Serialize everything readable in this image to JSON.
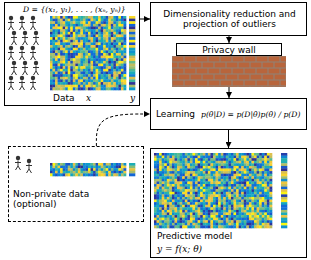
{
  "diagram": {
    "nodes": [
      {
        "text": [
          "D = {(x₁, y₁), . . . , (xₙ, yₙ)}",
          "Data"
        ]
      },
      {
        "text": [
          "Dimensionality reduction and projection of outliers"
        ]
      },
      {
        "text": [
          "Privacy wall"
        ]
      },
      {
        "text": [
          "Learning",
          "p(θ|D) = p(D|θ)p(θ) / p(D)"
        ]
      },
      {
        "text": [
          "Non-private data (optional)"
        ]
      },
      {
        "text": [
          "Predictive model",
          "y = f(x; θ)"
        ]
      }
    ],
    "edges": [
      {
        "from": 0,
        "to": 1,
        "arrow": "to"
      },
      {
        "from": 1,
        "to": 2,
        "arrow": "to"
      },
      {
        "from": 2,
        "to": 3,
        "arrow": "to"
      },
      {
        "from": 3,
        "to": 5,
        "arrow": "to"
      },
      {
        "from": 4,
        "to": 3,
        "arrow": "to"
      }
    ],
    "labels": [
      "x",
      "y"
    ]
  }
}
